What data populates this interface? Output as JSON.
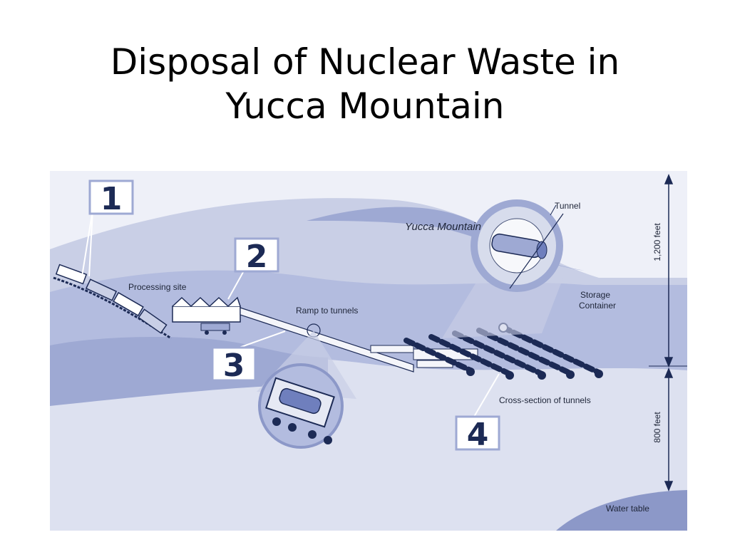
{
  "title": {
    "line1": "Disposal of Nuclear Waste in",
    "line2": "Yucca Mountain"
  },
  "diagram": {
    "steps": [
      "1",
      "2",
      "3",
      "4"
    ],
    "labels": {
      "mountain": "Yucca Mountain",
      "processing_site": "Processing site",
      "ramp": "Ramp to tunnels",
      "tunnel": "Tunnel",
      "storage_line1": "Storage",
      "storage_line2": "Container",
      "cross_section": "Cross-section of tunnels",
      "water_table": "Water table"
    },
    "dimensions": {
      "upper": "1,200 feet",
      "lower": "800 feet"
    },
    "colors": {
      "sky": "#ffffff",
      "mountain_light": "#c9cfe6",
      "mountain_mid": "#9ea9d3",
      "ground": "#b3bcdf",
      "ground_light": "#dde1f0",
      "water": "#8c98c8",
      "outline": "#1c2a55"
    }
  }
}
